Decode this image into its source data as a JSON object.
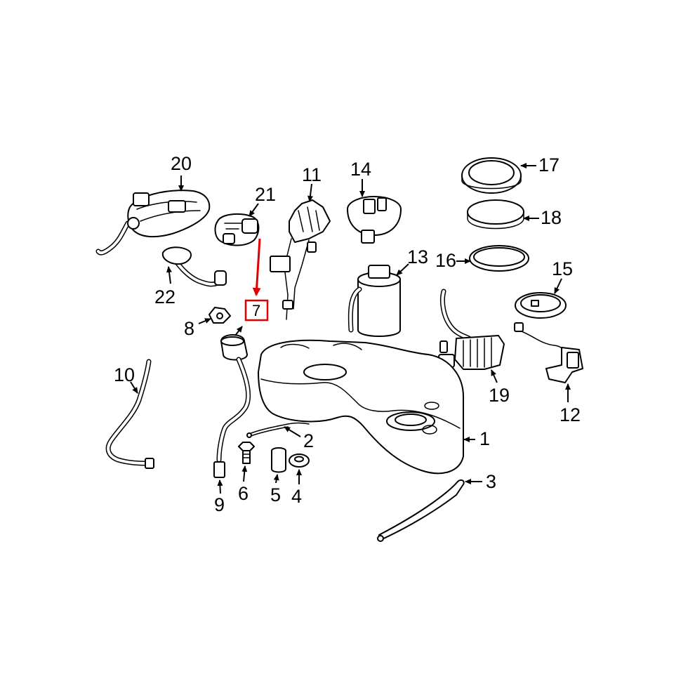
{
  "callouts": {
    "c1": "1",
    "c2": "2",
    "c3": "3",
    "c4": "4",
    "c5": "5",
    "c6": "6",
    "c7": "7",
    "c8": "8",
    "c9": "9",
    "c10": "10",
    "c11": "11",
    "c12": "12",
    "c13": "13",
    "c14": "14",
    "c15": "15",
    "c16": "16",
    "c17": "17",
    "c18": "18",
    "c19": "19",
    "c20": "20",
    "c21": "21",
    "c22": "22"
  },
  "highlight": {
    "part": "7",
    "box_color": "#e00000",
    "arrow_color": "#e00000"
  }
}
